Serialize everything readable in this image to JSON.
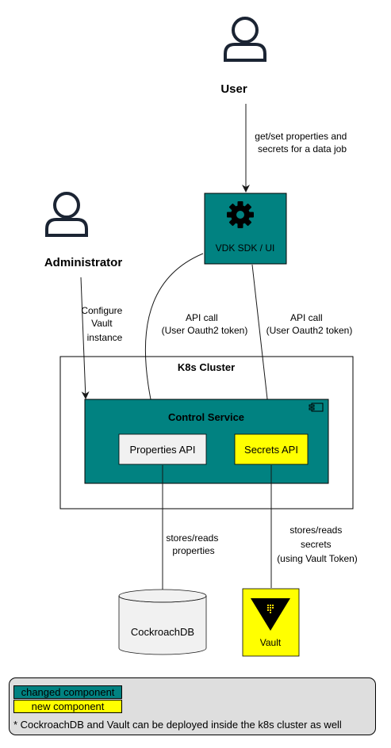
{
  "colors": {
    "changed": "#018281",
    "new": "#ffff00",
    "actor_stroke": "#1b2433",
    "db_fill": "#f1f1f1"
  },
  "actors": {
    "user": {
      "label": "User",
      "icon": "person-icon"
    },
    "administrator": {
      "label": "Administrator",
      "icon": "person-icon"
    }
  },
  "nodes": {
    "vdk_sdk": {
      "label": "VDK SDK / UI",
      "icon": "gear-icon"
    },
    "cluster": {
      "label": "K8s Cluster"
    },
    "control_service": {
      "label": "Control Service",
      "icon": "component-icon"
    },
    "properties_api": {
      "label": "Properties API"
    },
    "secrets_api": {
      "label": "Secrets API"
    },
    "cockroachdb": {
      "label": "CockroachDB"
    },
    "vault": {
      "label": "Vault",
      "icon": "vault-logo-icon"
    }
  },
  "edges": {
    "user_to_sdk": [
      "get/set properties and",
      "secrets for a data job"
    ],
    "admin_to_control": [
      "Configure",
      "Vault",
      "instance"
    ],
    "sdk_to_properties": [
      "API call",
      "(User Oauth2 token)"
    ],
    "sdk_to_secrets": [
      "API call",
      "(User Oauth2 token)"
    ],
    "properties_to_db": [
      "stores/reads",
      "properties"
    ],
    "secrets_to_vault": [
      "stores/reads",
      "secrets",
      "(using Vault Token)"
    ]
  },
  "legend": {
    "changed_label": "changed component",
    "new_label": "new component",
    "note": "* CockroachDB and Vault can be deployed inside the k8s cluster as well"
  }
}
